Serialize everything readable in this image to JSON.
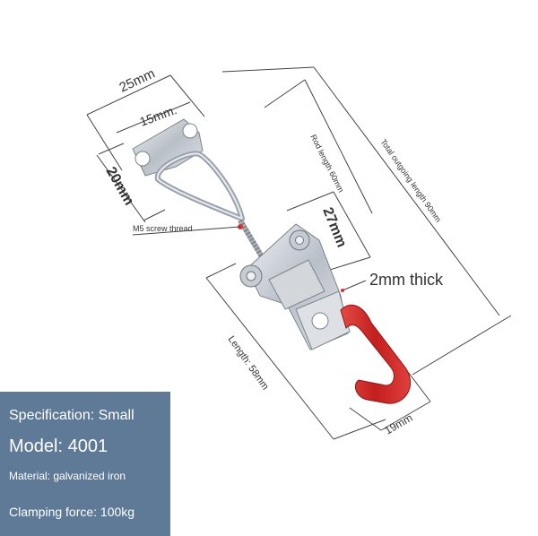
{
  "dimensions": {
    "width_25": "25mm",
    "hole_15": "15mm.",
    "height_20": "20mm",
    "rod_length": "Rod length 60mm",
    "total_length": "Total outgoing length 90mm",
    "thread": "M5 screw thread",
    "width_27": "27mm",
    "thickness": "2mm thick",
    "length_58": "Length: 58mm",
    "width_19": "19mm"
  },
  "spec": {
    "specification": "Specification: Small",
    "model": "Model: 4001",
    "material": "Material: galvanized iron",
    "clamping": "Clamping force: 100kg"
  },
  "colors": {
    "handle": "#d8322f",
    "metal": "#c9cdd3",
    "panel": "#5e7a96"
  }
}
